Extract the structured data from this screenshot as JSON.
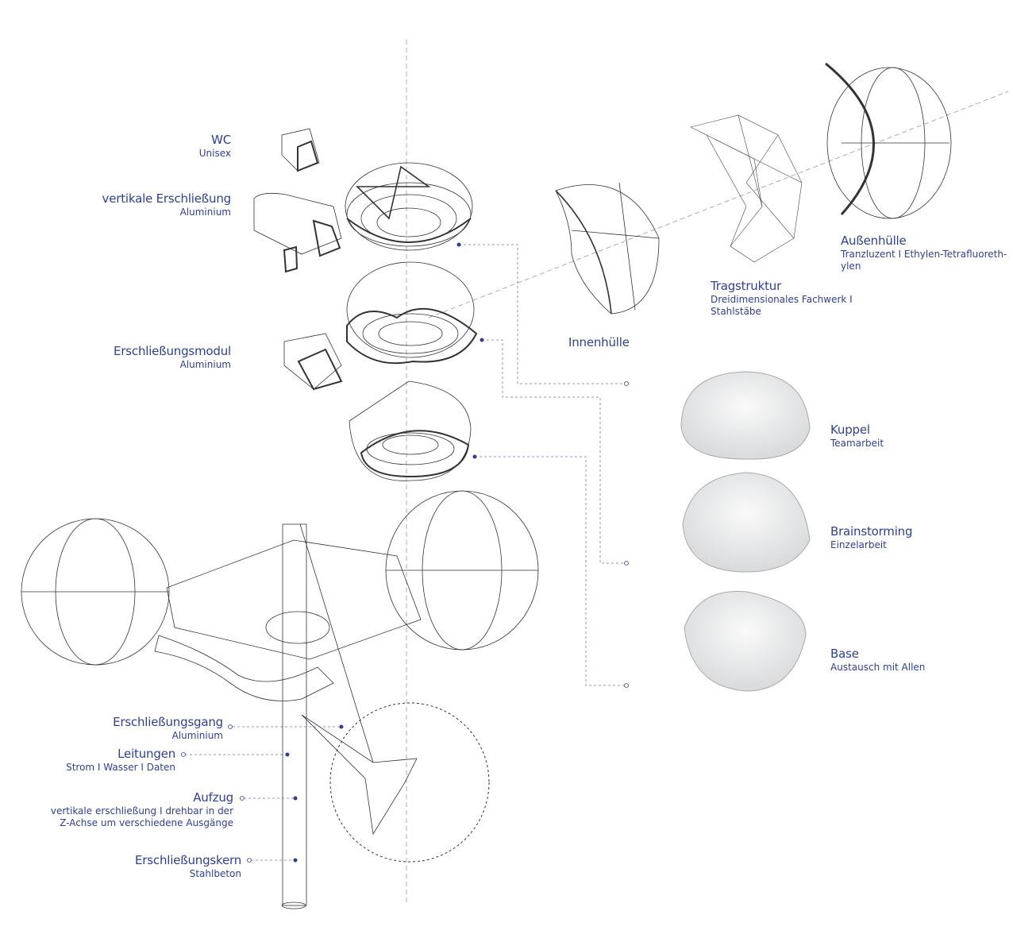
{
  "colors": {
    "label": "#2e3f98",
    "line": "#333333",
    "leader": "#6b76b8"
  },
  "labels": {
    "wc": {
      "title": "WC",
      "sub": "Unisex"
    },
    "vertical": {
      "title": "vertikale Erschließung",
      "sub": "Aluminium"
    },
    "modul": {
      "title": "Erschließungsmodul",
      "sub": "Aluminium"
    },
    "innen": {
      "title": "Innenhülle"
    },
    "trag": {
      "title": "Tragstruktur",
      "sub1": "Dreidimensionales Fachwerk I",
      "sub2": "Stahlstäbe"
    },
    "aussen": {
      "title": "Außenhülle",
      "sub1": "Tranzluzent I Ethylen-Tetrafluoreth-",
      "sub2": "ylen"
    },
    "kuppel": {
      "title": "Kuppel",
      "sub": "Teamarbeit"
    },
    "brain": {
      "title": "Brainstorming",
      "sub": "Einzelarbeit"
    },
    "base": {
      "title": "Base",
      "sub": "Austausch mit Allen"
    },
    "gang": {
      "title": "Erschließungsgang",
      "sub": "Aluminium"
    },
    "leitungen": {
      "title": "Leitungen",
      "sub": "Strom I Wasser I Daten"
    },
    "aufzug": {
      "title": "Aufzug",
      "sub1": "vertikale erschließung I drehbar in der",
      "sub2": "Z-Achse um verschiedene Ausgänge"
    },
    "kern": {
      "title": "Erschließungskern",
      "sub": "Stahlbeton"
    }
  }
}
